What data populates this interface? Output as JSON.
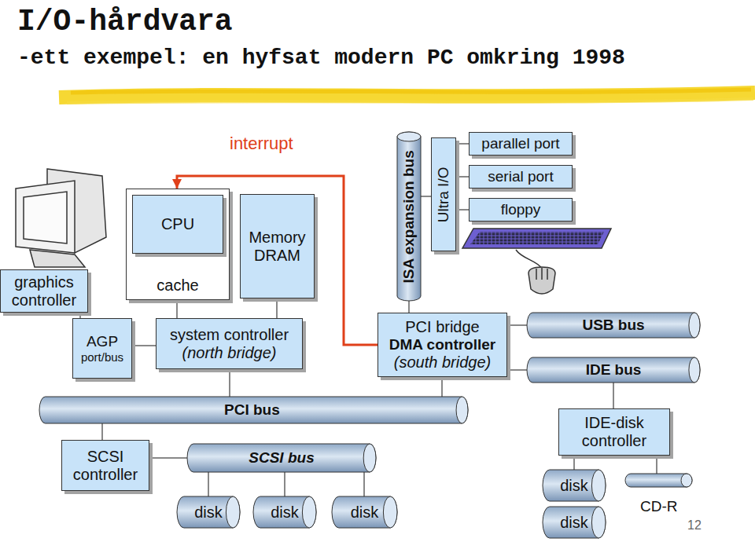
{
  "diagram": {
    "title": "I/O-hårdvara",
    "nodes": [
      {
        "text": [
          "graphics controller"
        ]
      },
      {
        "text": [
          "cache"
        ]
      },
      {
        "text": [
          "CPU"
        ],
        "in": 1
      },
      {
        "text": [
          "Memory DRAM"
        ]
      },
      {
        "text": [
          "ISA expansion bus"
        ]
      },
      {
        "text": [
          "Ultra I/O"
        ]
      },
      {
        "text": [
          "parallel port"
        ]
      },
      {
        "text": [
          "serial port"
        ]
      },
      {
        "text": [
          "floppy"
        ]
      },
      {
        "text": [
          "AGP",
          "port/bus"
        ]
      },
      {
        "text": [
          "system controller",
          "(north bridge)"
        ]
      },
      {
        "text": [
          "PCI bridge",
          "DMA controller",
          "(south bridge)"
        ]
      },
      {
        "text": [
          "USB bus"
        ]
      },
      {
        "text": [
          "IDE bus"
        ]
      },
      {
        "text": [
          "PCI bus"
        ]
      },
      {
        "text": [
          "SCSI controller"
        ]
      },
      {
        "text": [
          "SCSI bus"
        ]
      },
      {
        "text": [
          "IDE-disk controller"
        ]
      },
      {
        "text": [
          "disk"
        ]
      },
      {
        "text": [
          "disk"
        ]
      },
      {
        "text": [
          "disk"
        ]
      },
      {
        "text": [
          "disk"
        ]
      },
      {
        "text": [
          "disk"
        ]
      }
    ],
    "edges": [
      {
        "from": 11,
        "to": 1,
        "arrow": "to",
        "label": "interrupt"
      },
      {
        "from": 0,
        "to": 9,
        "arrow": "none"
      },
      {
        "from": 9,
        "to": 10,
        "arrow": "none"
      },
      {
        "from": 1,
        "to": 10,
        "arrow": "none"
      },
      {
        "from": 3,
        "to": 10,
        "arrow": "none"
      },
      {
        "from": 10,
        "to": 14,
        "arrow": "none"
      },
      {
        "from": 4,
        "to": 11,
        "arrow": "none"
      },
      {
        "from": 11,
        "to": 14,
        "arrow": "none"
      },
      {
        "from": 4,
        "to": 5,
        "arrow": "none"
      },
      {
        "from": 5,
        "to": 6,
        "arrow": "none"
      },
      {
        "from": 5,
        "to": 7,
        "arrow": "none"
      },
      {
        "from": 5,
        "to": 8,
        "arrow": "none"
      },
      {
        "from": 11,
        "to": 12,
        "arrow": "none"
      },
      {
        "from": 11,
        "to": 13,
        "arrow": "none"
      },
      {
        "from": 15,
        "to": 14,
        "arrow": "none"
      },
      {
        "from": 15,
        "to": 16,
        "arrow": "none"
      },
      {
        "from": 16,
        "to": 20,
        "arrow": "none"
      },
      {
        "from": 16,
        "to": 21,
        "arrow": "none"
      },
      {
        "from": 16,
        "to": 22,
        "arrow": "none"
      },
      {
        "from": 13,
        "to": 17,
        "arrow": "none"
      },
      {
        "from": 17,
        "to": 18,
        "arrow": "none"
      }
    ],
    "labels": [
      "-ett exempel: en hyfsat modern PC omkring 1998",
      "CD-R",
      "12"
    ]
  }
}
